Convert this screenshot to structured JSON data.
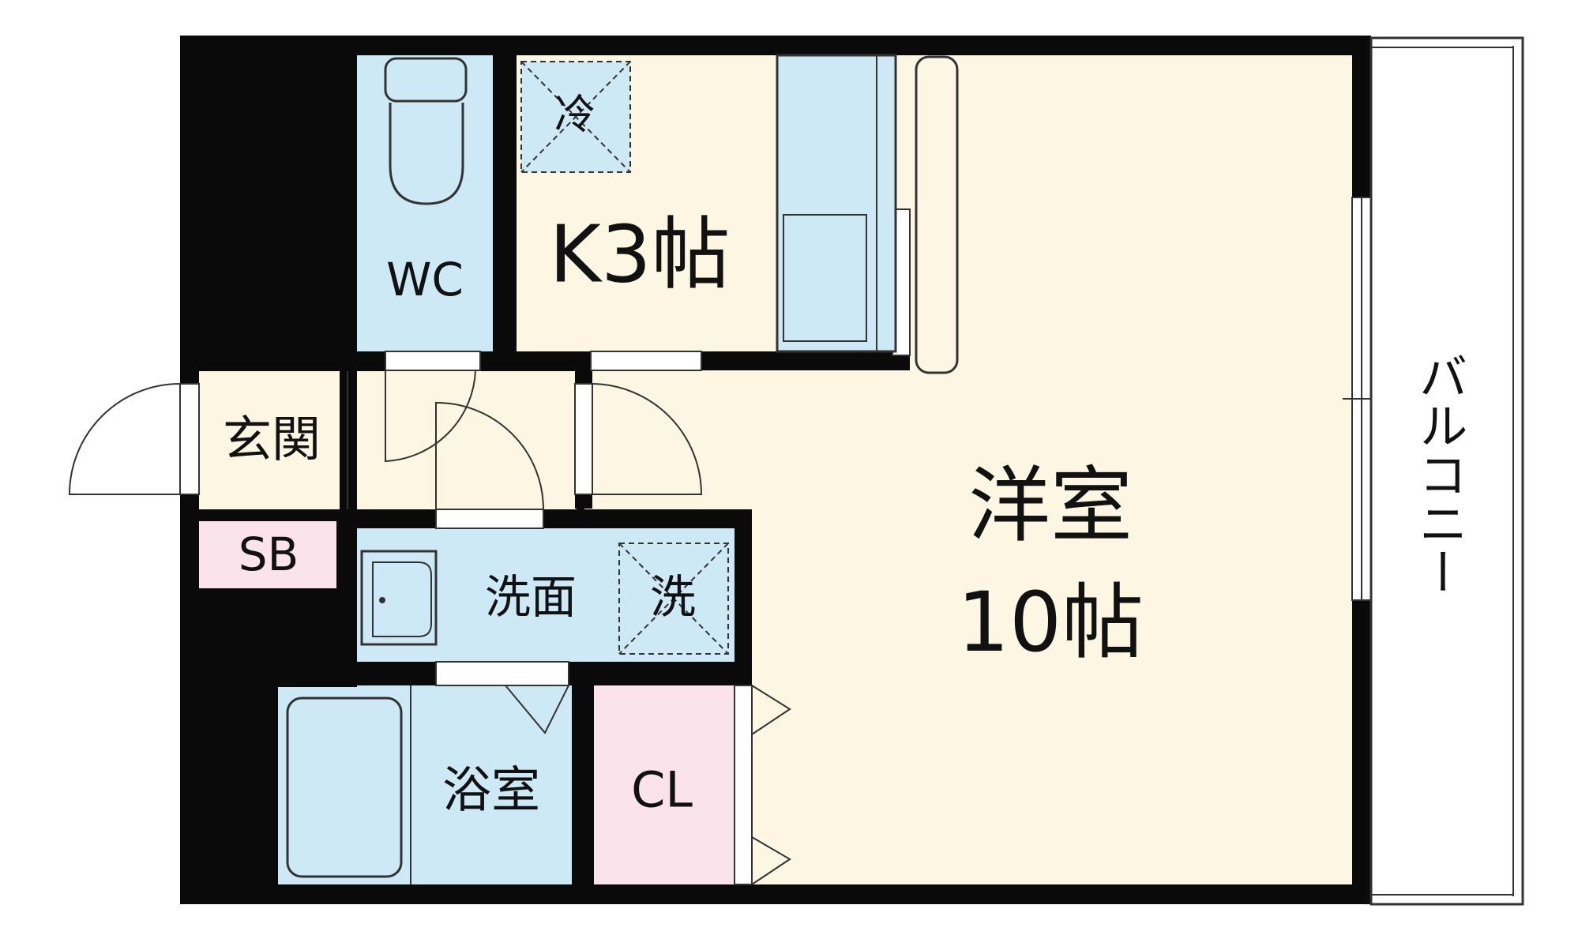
{
  "rooms": {
    "wc": "WC",
    "kitchen": "K3帖",
    "fridge": "冷",
    "entrance": "玄関",
    "shoe_box": "SB",
    "washroom": "洗面",
    "washer": "洗",
    "bath": "浴室",
    "closet": "CL",
    "western_room_line1": "洋室",
    "western_room_line2": "10帖",
    "balcony": "バルコニー"
  },
  "colors": {
    "wall": "#0a0a0a",
    "kitchen_floor": "#fdf6e3",
    "wet_area": "#cde9f6",
    "storage": "#fbe3ec",
    "fixtures": "#cde9f6"
  }
}
